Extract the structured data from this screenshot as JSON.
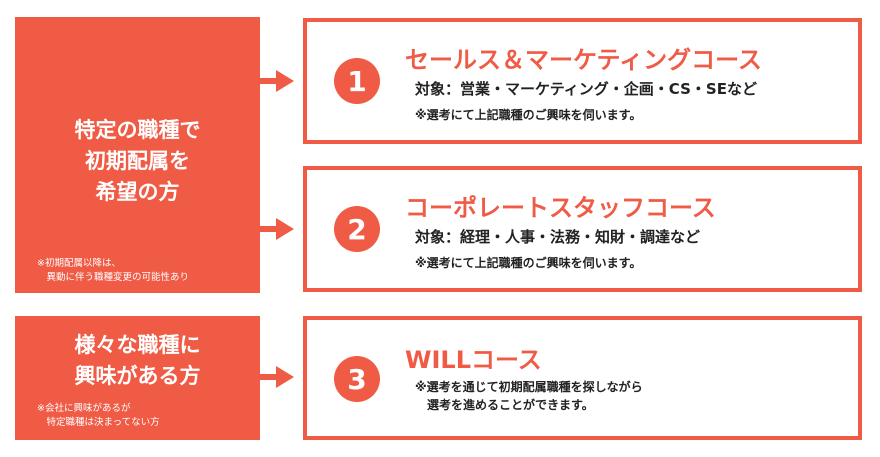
{
  "colors": {
    "accent": "#f05b46",
    "text": "#222222",
    "background": "#ffffff"
  },
  "left_blocks": [
    {
      "lines": [
        "特定の職種で",
        "初期配属を",
        "希望の方"
      ],
      "note": "※初期配属以降は、\n　異動に伴う職種変更の可能性あり"
    },
    {
      "lines": [
        "様々な職種に",
        "興味がある方"
      ],
      "note": "※会社に興味があるが\n　特定職種は決まってない方"
    }
  ],
  "courses": [
    {
      "number": "1",
      "title": "セールス＆マーケティングコース",
      "target": "対象：営業・マーケティング・企画・CS・SEなど",
      "note": "※選考にて上記職種のご興味を伺います。"
    },
    {
      "number": "2",
      "title": "コーポレートスタッフコース",
      "target": "対象：経理・人事・法務・知財・調達など",
      "note": "※選考にて上記職種のご興味を伺います。"
    },
    {
      "number": "3",
      "title": "WILLコース",
      "target": "",
      "note": "※選考を通じて初期配属職種を探しながら\n　選考を進めることができます。"
    }
  ]
}
